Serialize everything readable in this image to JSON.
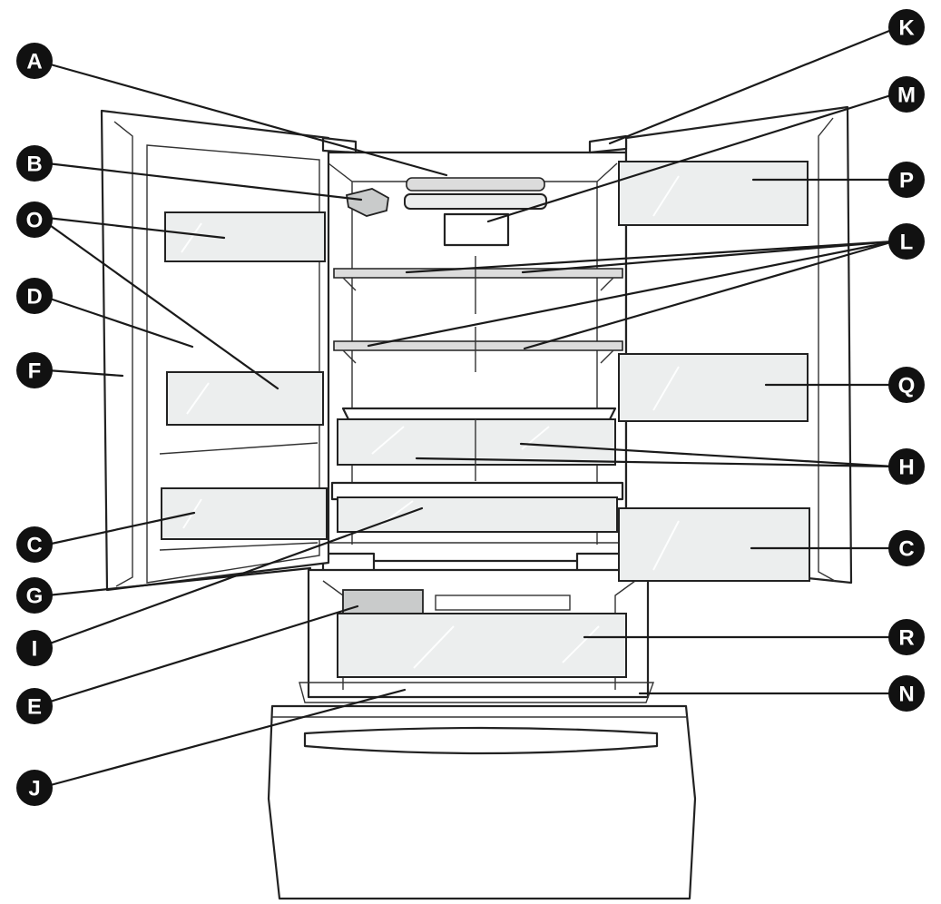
{
  "labels": [
    {
      "id": "A",
      "text": "A"
    },
    {
      "id": "B",
      "text": "B"
    },
    {
      "id": "O",
      "text": "O"
    },
    {
      "id": "D",
      "text": "D"
    },
    {
      "id": "F",
      "text": "F"
    },
    {
      "id": "C-left",
      "text": "C"
    },
    {
      "id": "G",
      "text": "G"
    },
    {
      "id": "I",
      "text": "I"
    },
    {
      "id": "E",
      "text": "E"
    },
    {
      "id": "J",
      "text": "J"
    },
    {
      "id": "K",
      "text": "K"
    },
    {
      "id": "M",
      "text": "M"
    },
    {
      "id": "P",
      "text": "P"
    },
    {
      "id": "L",
      "text": "L"
    },
    {
      "id": "Q",
      "text": "Q"
    },
    {
      "id": "H",
      "text": "H"
    },
    {
      "id": "C-right",
      "text": "C"
    },
    {
      "id": "R",
      "text": "R"
    },
    {
      "id": "N",
      "text": "N"
    }
  ],
  "colors": {
    "badge": "#111111",
    "badge_text": "#ffffff",
    "line": "#1a1a1a",
    "glass": "#eceeee",
    "glass_dark": "#c9cbcb"
  }
}
